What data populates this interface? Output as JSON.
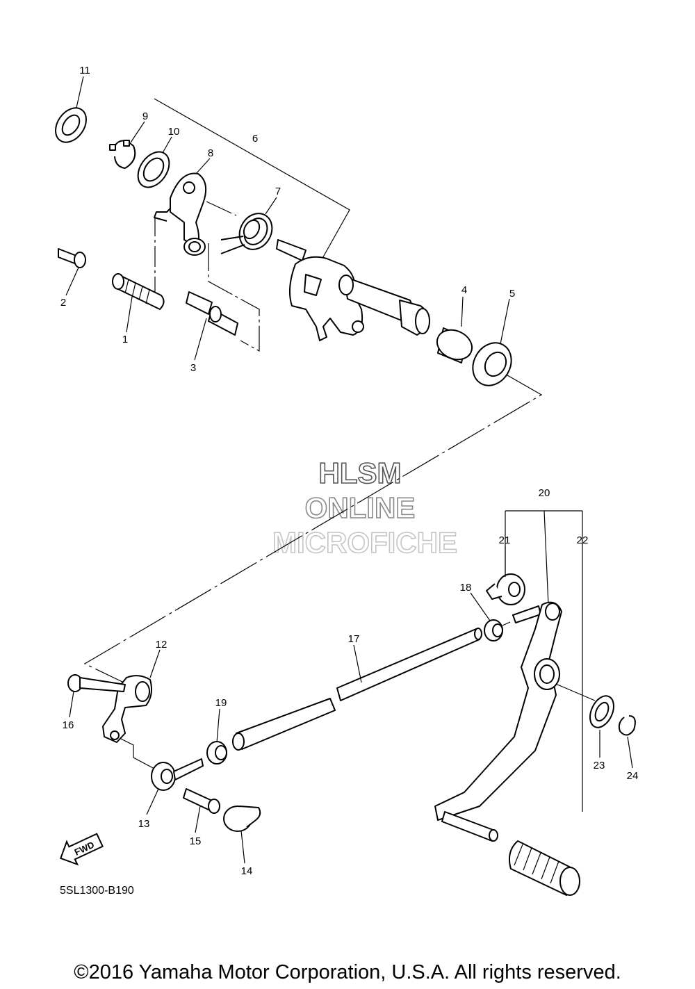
{
  "watermark": {
    "line1": "HLSM",
    "line2": "ONLINE",
    "line3": "MICROFICHE"
  },
  "callouts": [
    "1",
    "2",
    "3",
    "4",
    "5",
    "6",
    "7",
    "8",
    "9",
    "10",
    "11",
    "12",
    "13",
    "14",
    "15",
    "16",
    "17",
    "18",
    "19",
    "20",
    "21",
    "22",
    "23",
    "24"
  ],
  "fwd_label": "FWD",
  "reference_code": "5SL1300-B190",
  "copyright": "©2016 Yamaha Motor Corporation, U.S.A. All rights reserved."
}
